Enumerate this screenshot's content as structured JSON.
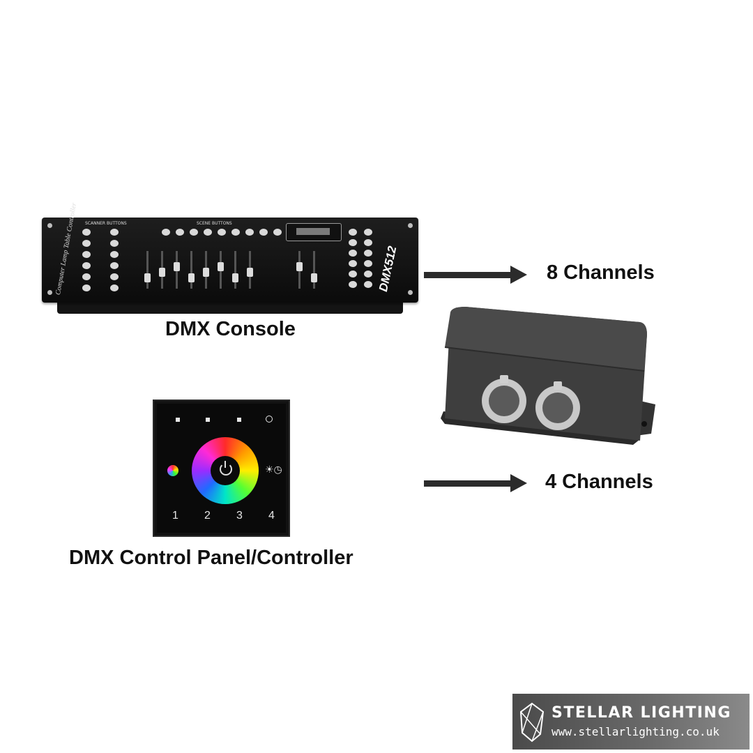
{
  "diagram": {
    "console_caption": "DMX Console",
    "panel_caption": "DMX Control Panel/Controller",
    "channels_top": "8 Channels",
    "channels_bottom": "4 Channels"
  },
  "console": {
    "model": "DMX512",
    "side_text": "Computer Lamp Table Controller",
    "scanner_label": "SCANNER BUTTONS",
    "scene_label": "SCENE BUTTONS"
  },
  "panel": {
    "zones": [
      "1",
      "2",
      "3",
      "4"
    ]
  },
  "logo": {
    "brand": "STELLAR LIGHTING",
    "url": "www.stellarlighting.co.uk"
  },
  "colors": {
    "arrow": "#2b2b2b",
    "caption": "#111111",
    "logo_bg": "#5a5a5a"
  }
}
